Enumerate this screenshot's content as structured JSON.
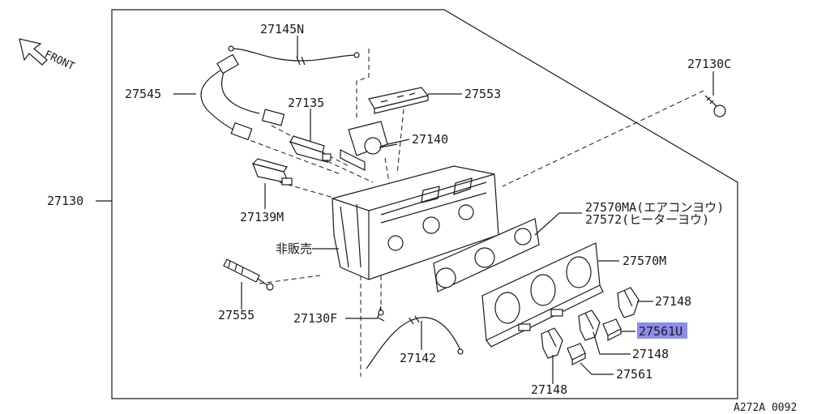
{
  "diagram": {
    "front_label": "FRONT",
    "figure_code": "A272A 0092",
    "highlight_color": "#8c8cf0",
    "labels": {
      "p27145N": "27145N",
      "p27545": "27545",
      "p27135": "27135",
      "p27553": "27553",
      "p27130C": "27130C",
      "p27140": "27140",
      "p27130": "27130",
      "p27139M": "27139M",
      "p27570MA": "27570MA(エアコンヨウ)",
      "p27572": "27572(ヒーターヨウ)",
      "notsold": "非販売",
      "p27570M": "27570M",
      "p27555": "27555",
      "p27148a": "27148",
      "p27130F": "27130F",
      "p27561U": "27561U",
      "p27148b": "27148",
      "p27142": "27142",
      "p27561": "27561",
      "p27148c": "27148"
    }
  }
}
